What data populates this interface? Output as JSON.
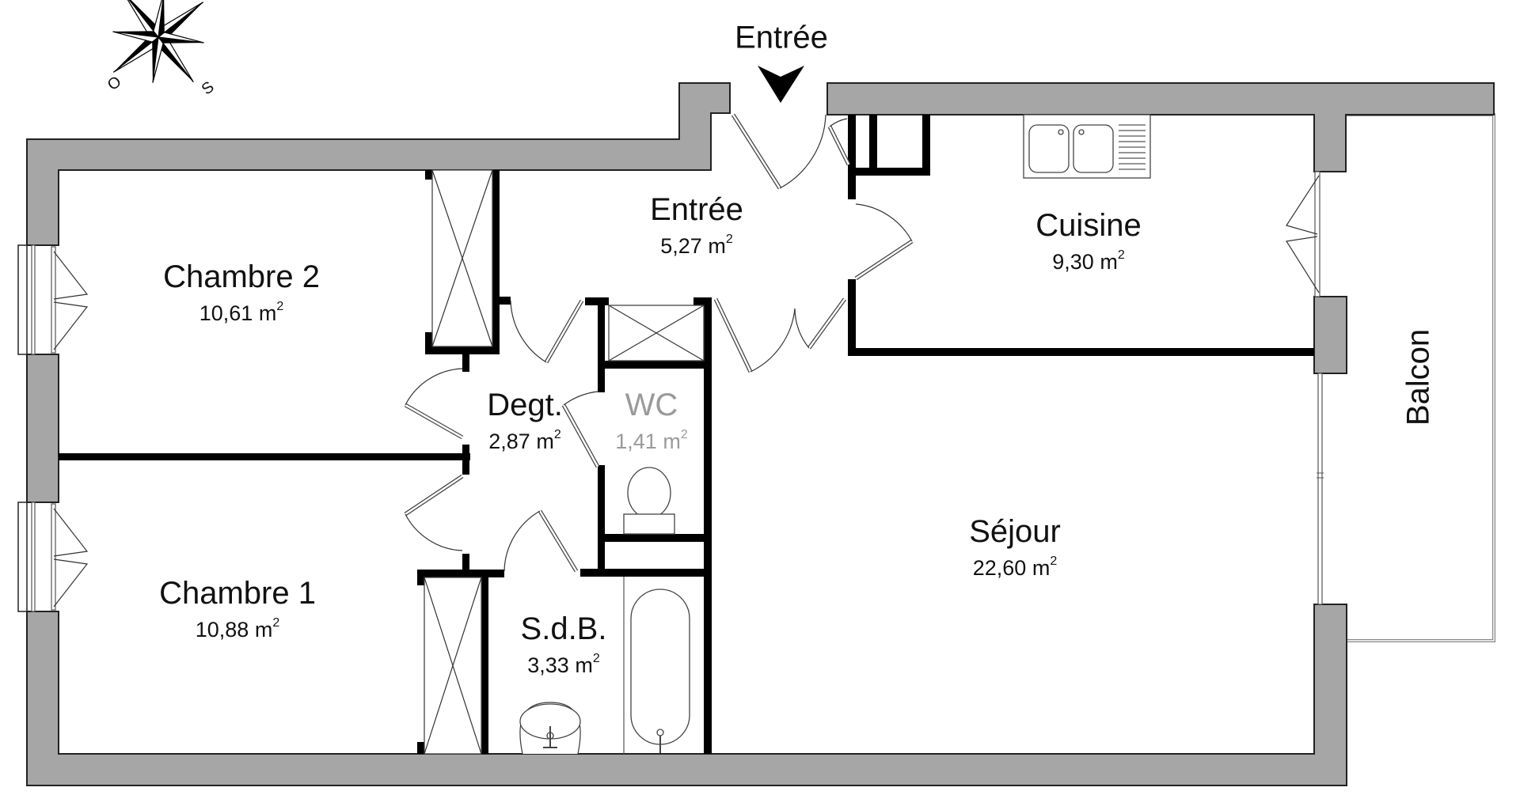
{
  "plan": {
    "entrance_marker": {
      "label": "Entrée",
      "icon": "arrow-down-icon"
    },
    "compass": {
      "icon": "compass-rose-icon",
      "letters": {
        "west": "O",
        "south": "S"
      }
    },
    "rooms": [
      {
        "id": "chambre-2",
        "name": "Chambre 2",
        "area": "10,61",
        "unit": "m",
        "unit_sup": "2"
      },
      {
        "id": "chambre-1",
        "name": "Chambre 1",
        "area": "10,88",
        "unit": "m",
        "unit_sup": "2"
      },
      {
        "id": "entree",
        "name": "Entrée",
        "area": "5,27",
        "unit": "m",
        "unit_sup": "2"
      },
      {
        "id": "degt",
        "name": "Degt.",
        "area": "2,87",
        "unit": "m",
        "unit_sup": "2"
      },
      {
        "id": "wc",
        "name": "WC",
        "area": "1,41",
        "unit": "m",
        "unit_sup": "2"
      },
      {
        "id": "sdb",
        "name": "S.d.B.",
        "area": "3,33",
        "unit": "m",
        "unit_sup": "2"
      },
      {
        "id": "cuisine",
        "name": "Cuisine",
        "area": "9,30",
        "unit": "m",
        "unit_sup": "2"
      },
      {
        "id": "sejour",
        "name": "Séjour",
        "area": "22,60",
        "unit": "m",
        "unit_sup": "2"
      }
    ],
    "balcony": {
      "name": "Balcon"
    },
    "colors": {
      "exterior_wall": "#a6a6a6",
      "interior_wall": "#000000",
      "background": "#ffffff",
      "text": "#111111"
    }
  }
}
